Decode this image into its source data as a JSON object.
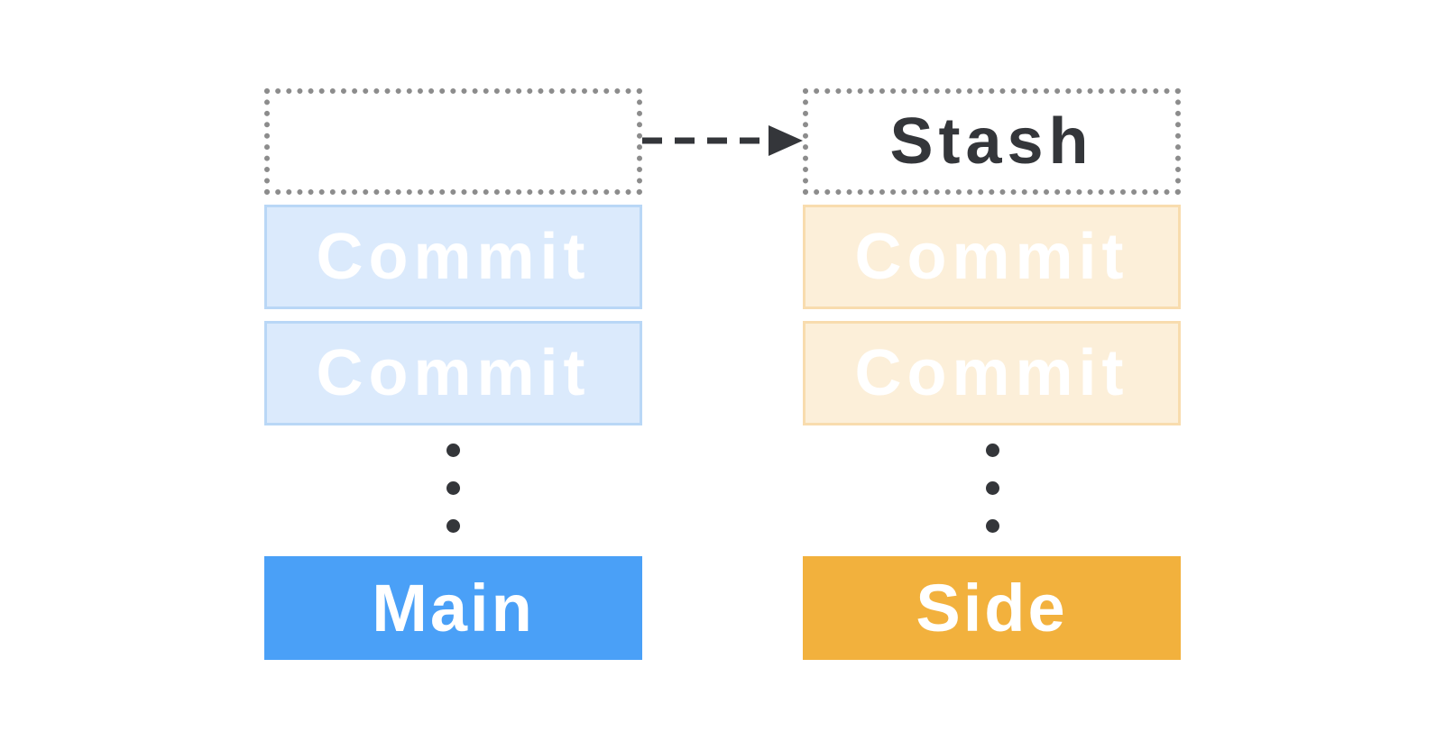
{
  "stash_column": {
    "empty_slot_label": "",
    "stash_label": "Stash"
  },
  "left_stack": {
    "commits": [
      "Commit",
      "Commit"
    ],
    "branch_label": "Main",
    "branch_color": "#4aa0f7",
    "commit_color": "#dbeafc"
  },
  "right_stack": {
    "commits": [
      "Commit",
      "Commit"
    ],
    "branch_label": "Side",
    "branch_color": "#f2b13d",
    "commit_color": "#fcefd9"
  },
  "connector": {
    "style": "dashed-arrow",
    "direction": "left-to-right"
  }
}
